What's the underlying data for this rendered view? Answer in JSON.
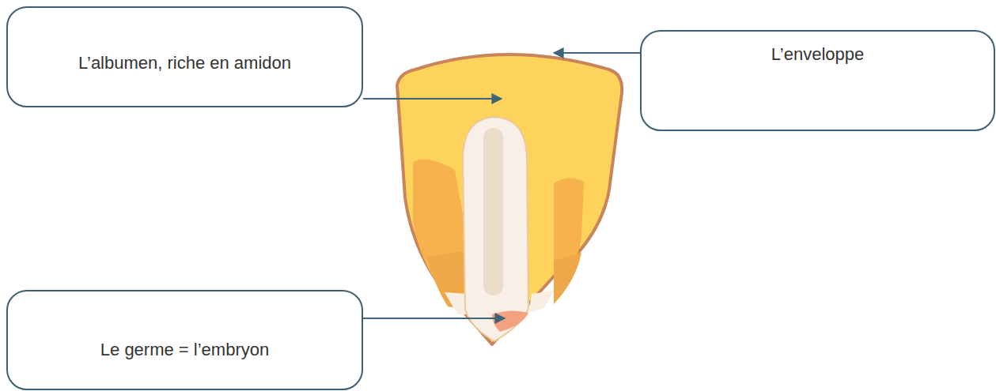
{
  "diagram": {
    "nodes": [
      {
        "text": [
          "L’albumen, riche en amidon"
        ]
      },
      {
        "text": [
          "L’enveloppe"
        ]
      },
      {
        "text": [
          "Le germe = l’embryon"
        ]
      }
    ]
  }
}
